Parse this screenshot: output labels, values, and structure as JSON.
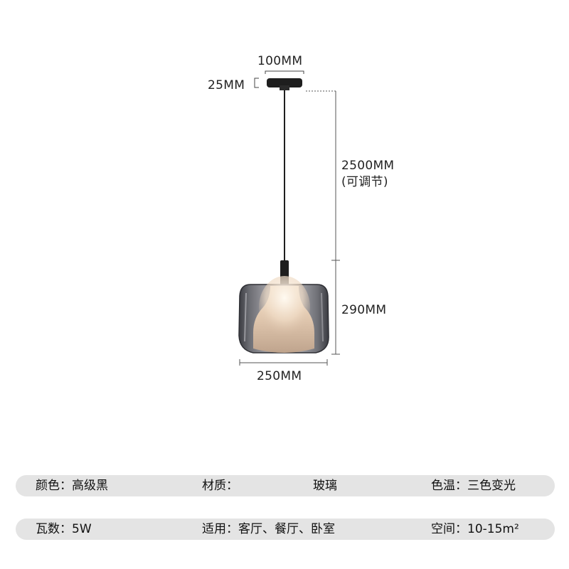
{
  "dimensions": {
    "canopy_width": "100MM",
    "canopy_height": "25MM",
    "cord_length": "2500MM",
    "cord_note": "(可调节)",
    "shade_height": "290MM",
    "shade_width": "250MM"
  },
  "specs": [
    {
      "cells": [
        {
          "label": "颜色：",
          "value": "高级黑"
        },
        {
          "label": "材质：",
          "value": "玻璃"
        },
        {
          "label": "色温：",
          "value": "三色变光"
        }
      ]
    },
    {
      "cells": [
        {
          "label": "瓦数：",
          "value": "5W"
        },
        {
          "label": "适用：",
          "value": "客厅、餐厅、卧室"
        },
        {
          "label": "空间：",
          "value": "10-15m²"
        }
      ]
    }
  ],
  "colors": {
    "lamp_body": "#1e1e1e",
    "glass_smoke": "#5c5d63",
    "glow": "#f3e4d2",
    "spec_bar": "#e4e4e4"
  }
}
